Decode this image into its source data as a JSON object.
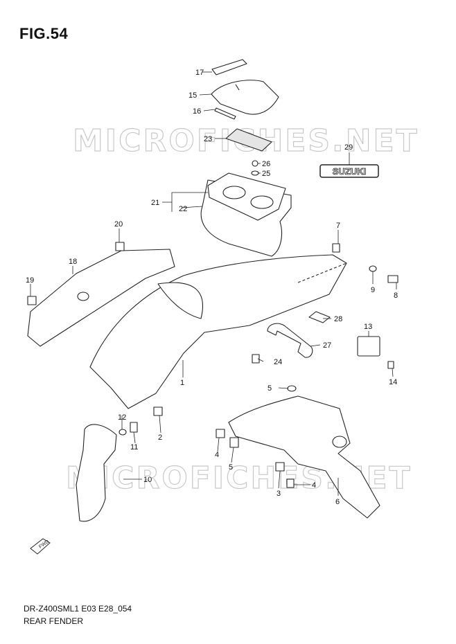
{
  "figure": {
    "title": "FIG.54"
  },
  "footer": {
    "code": "DR-Z400SML1 E03 E28_054",
    "name": "REAR FENDER"
  },
  "watermark": {
    "text": "MICROFICHES.NET"
  },
  "emblem": {
    "text": "SUZUKI"
  },
  "fwd_label": "FWD",
  "callouts": {
    "c1": "1",
    "c2": "2",
    "c3": "3",
    "c4a": "4",
    "c4b": "4",
    "c5a": "5",
    "c5b": "5",
    "c6": "6",
    "c7": "7",
    "c8": "8",
    "c9": "9",
    "c10": "10",
    "c11": "11",
    "c12": "12",
    "c13": "13",
    "c14": "14",
    "c15": "15",
    "c16": "16",
    "c17": "17",
    "c18": "18",
    "c19": "19",
    "c20": "20",
    "c21": "21",
    "c22": "22",
    "c23": "23",
    "c24": "24",
    "c25": "25",
    "c26": "26",
    "c27": "27",
    "c28": "28",
    "c29": "29"
  }
}
